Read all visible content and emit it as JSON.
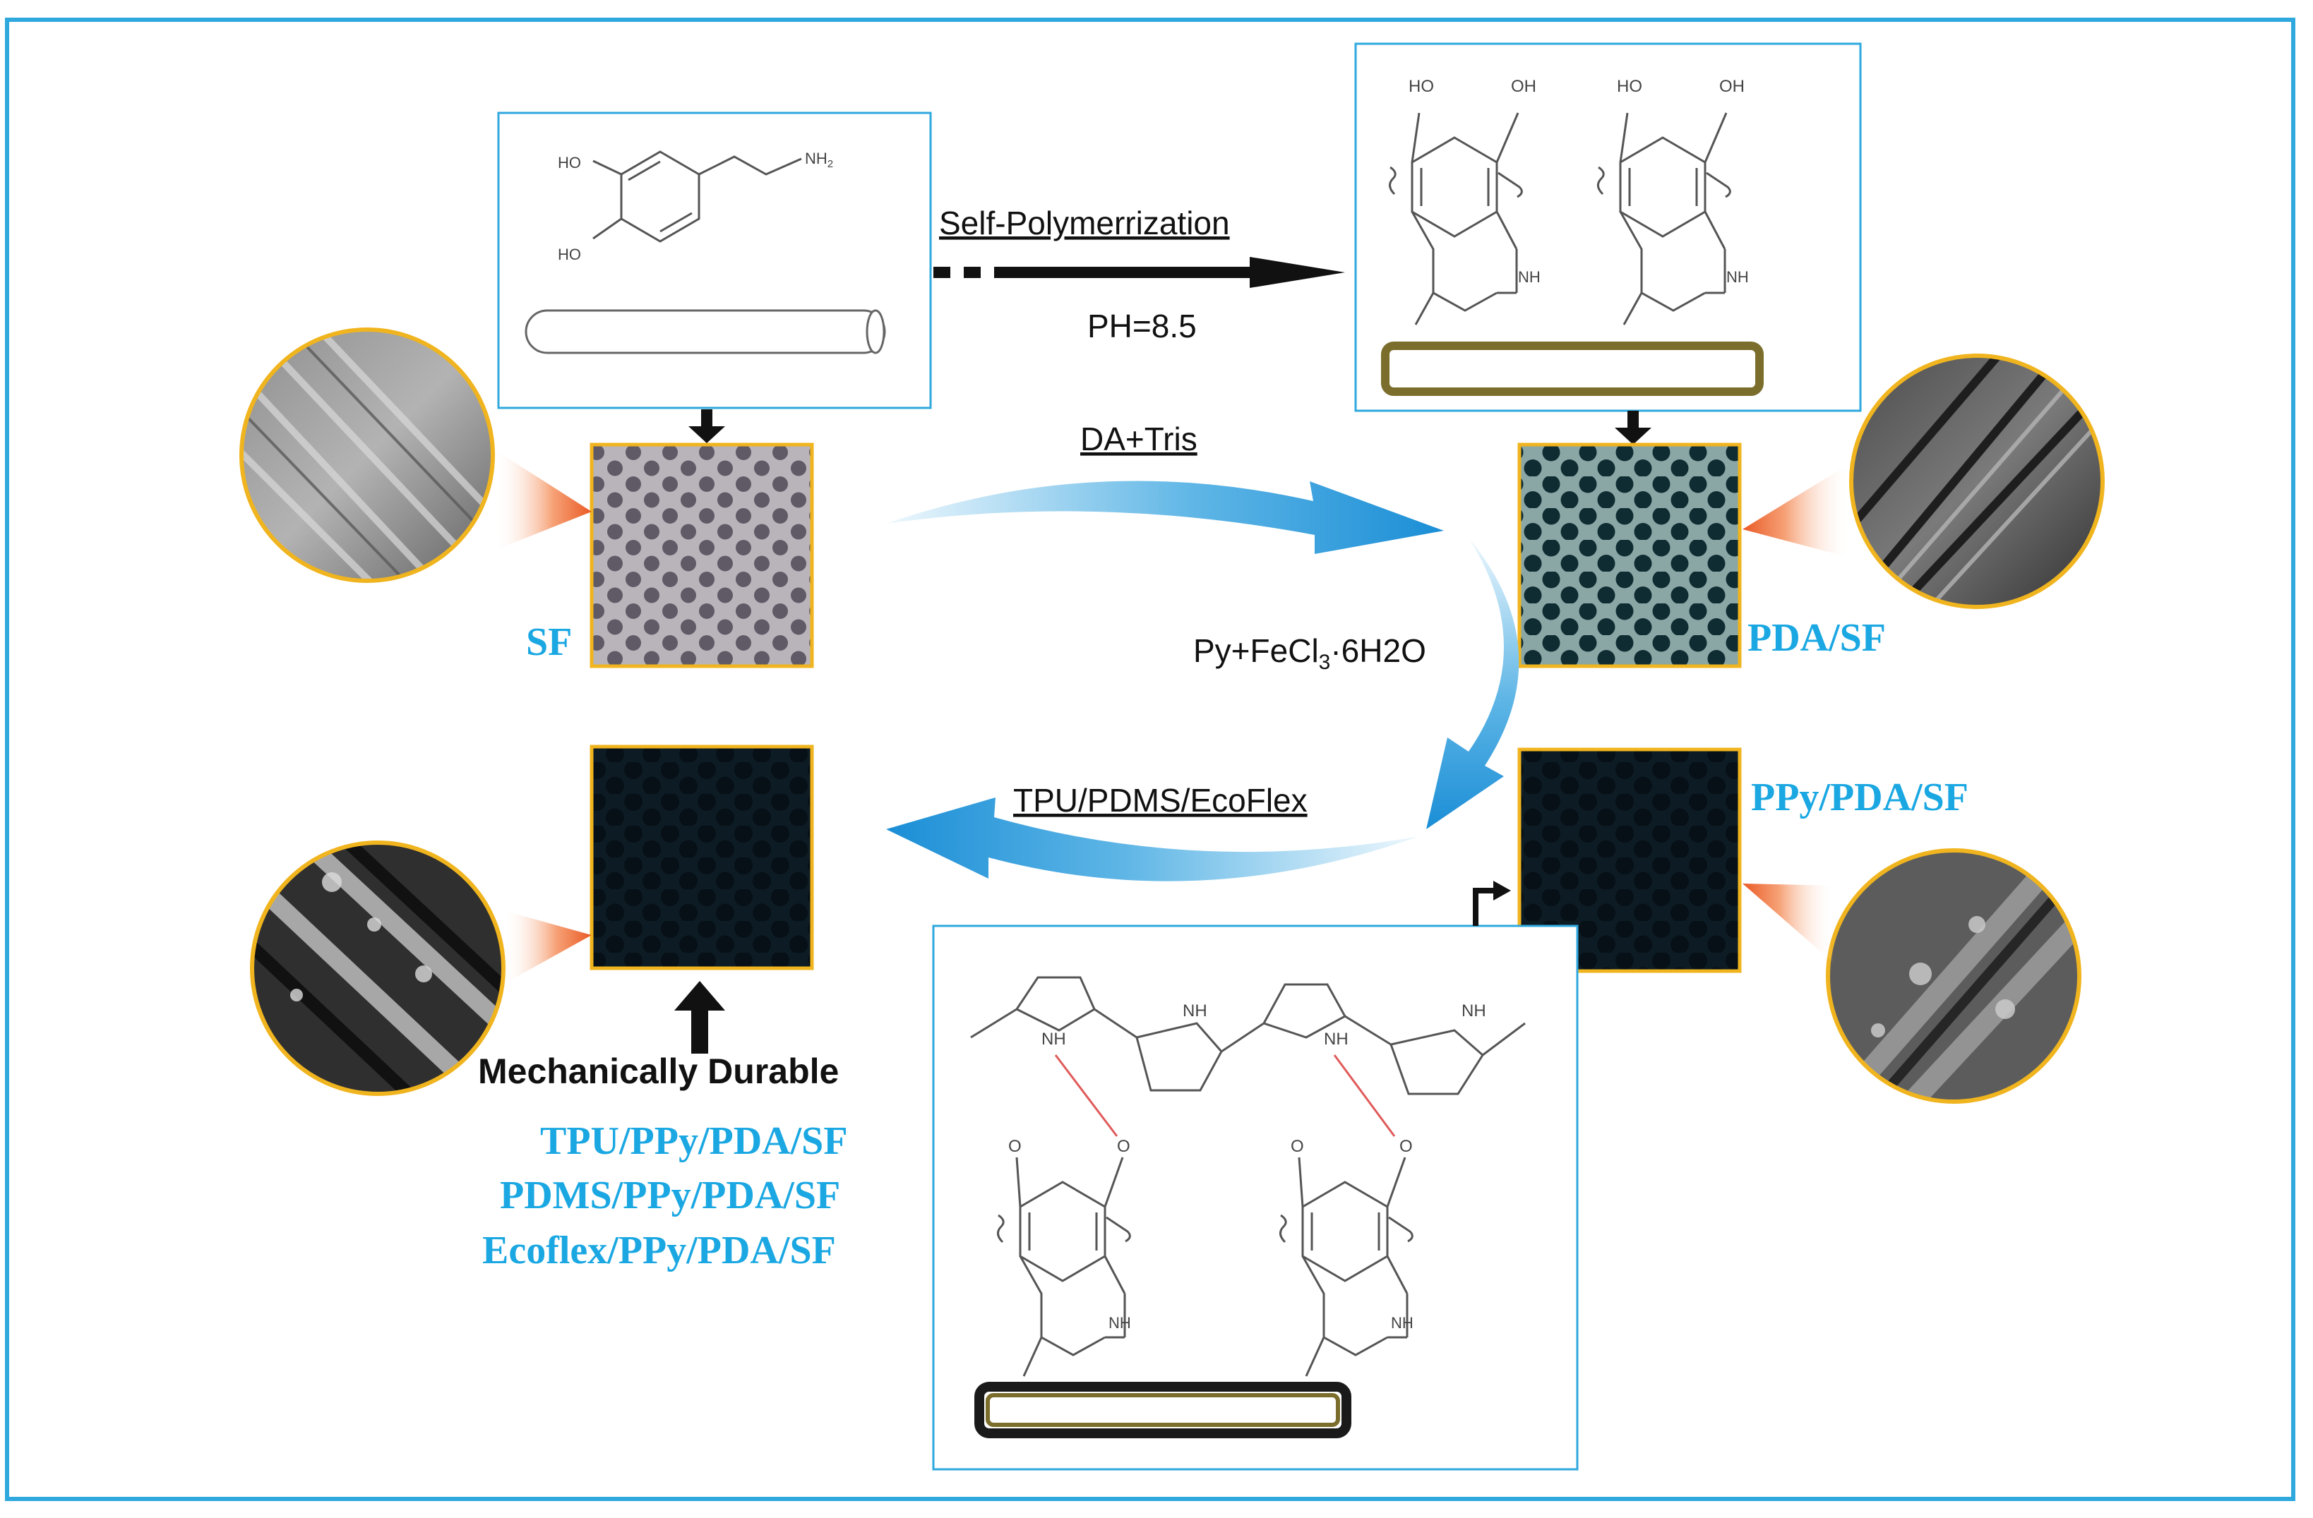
{
  "colors": {
    "frame": "#2fa8de",
    "box_stroke": "#2fa8de",
    "sample_stroke": "#f0b41e",
    "label_blue": "#1aa7e2",
    "arrow_blue": "#1b8ed6",
    "arrow_light": "#dff1fb",
    "fiber_olive": "#7b6d2c",
    "link_red": "#e05a5a"
  },
  "steps": {
    "self_polymerization": "Self-Polymerrization",
    "ph": "PH=8.5",
    "da_tris": "DA+Tris",
    "py_main": "Py+FeCl",
    "py_sub": "3",
    "py_tail": "·6H2O",
    "coating": "TPU/PDMS/EcoFlex"
  },
  "samples": {
    "sf": "SF",
    "pda_sf": "PDA/SF",
    "ppy_pda_sf": "PPy/PDA/SF"
  },
  "mechanically_durable": "Mechanically Durable",
  "products": [
    "TPU/PPy/PDA/SF",
    "PDMS/PPy/PDA/SF",
    "Ecoflex/PPy/PDA/SF"
  ],
  "chem": {
    "ho": "HO",
    "oh": "OH",
    "nh2": "NH",
    "nh2_sub": "2",
    "nh": "NH",
    "o": "O"
  }
}
